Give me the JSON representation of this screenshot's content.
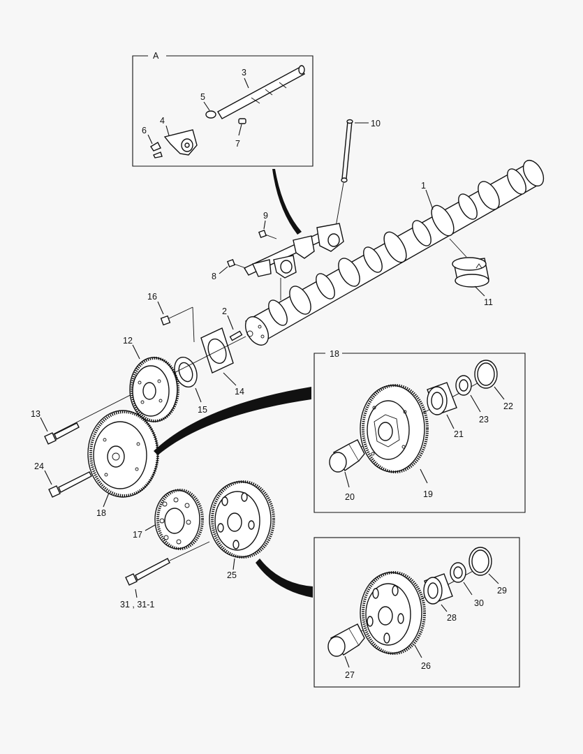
{
  "callouts": {
    "c1": "1",
    "c2": "2",
    "c3": "3",
    "c4": "4",
    "c5": "5",
    "c6": "6",
    "c7": "7",
    "c8": "8",
    "c9": "9",
    "c10": "10",
    "c11": "11",
    "c12": "12",
    "c13": "13",
    "c14": "14",
    "c15": "15",
    "c16": "16",
    "c17": "17",
    "c18": "18",
    "c18b": "18",
    "c19": "19",
    "c20": "20",
    "c21": "21",
    "c22": "22",
    "c23": "23",
    "c24": "24",
    "c25": "25",
    "c26": "26",
    "c27": "27",
    "c28": "28",
    "c29": "29",
    "c30": "30",
    "c31": "31 , 31-1",
    "detail_a": "A"
  }
}
